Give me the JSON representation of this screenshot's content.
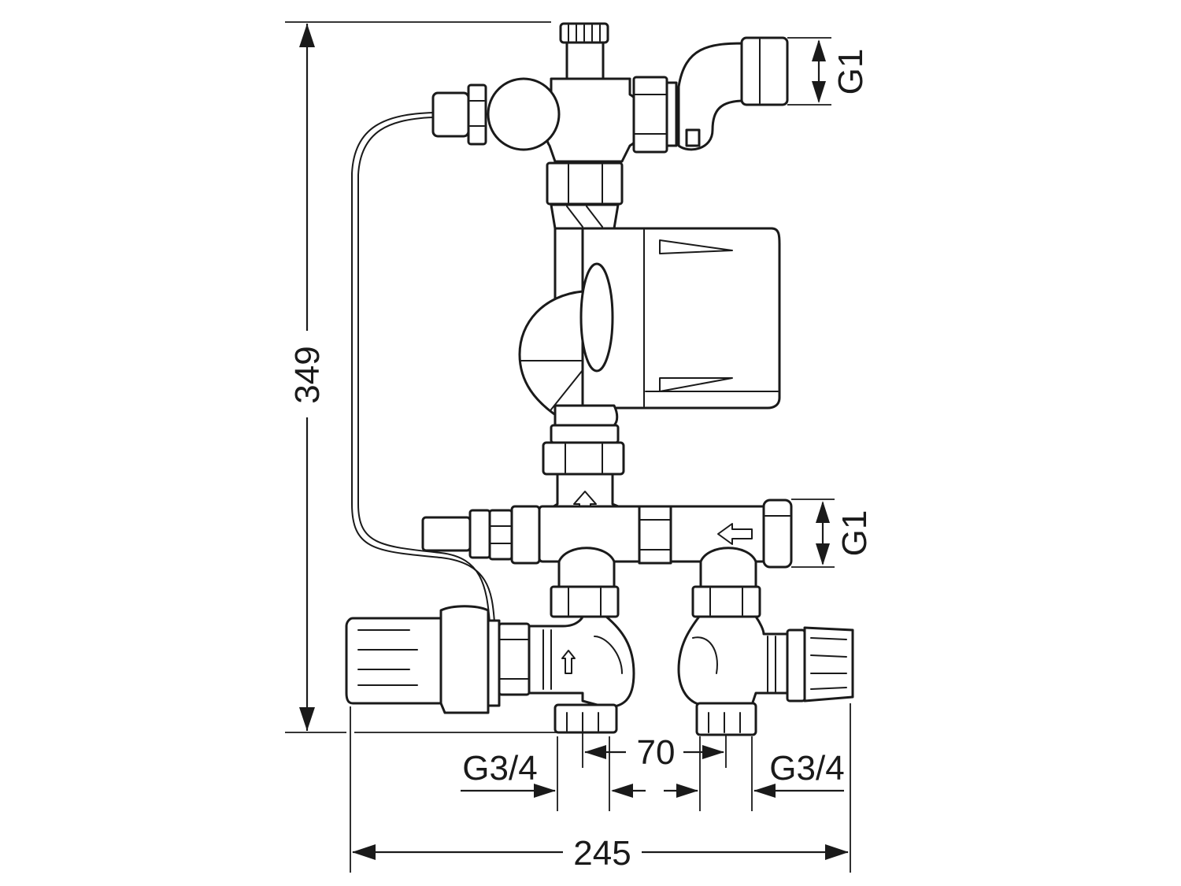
{
  "dimensions": {
    "height_total": "349",
    "width_total": "245",
    "axis_spacing": "70",
    "top_connection": "G1",
    "middle_connection": "G1",
    "bottom_left_connection": "G3/4",
    "bottom_right_connection": "G3/4"
  },
  "colors": {
    "stroke": "#1a1a1a",
    "background": "#ffffff"
  }
}
